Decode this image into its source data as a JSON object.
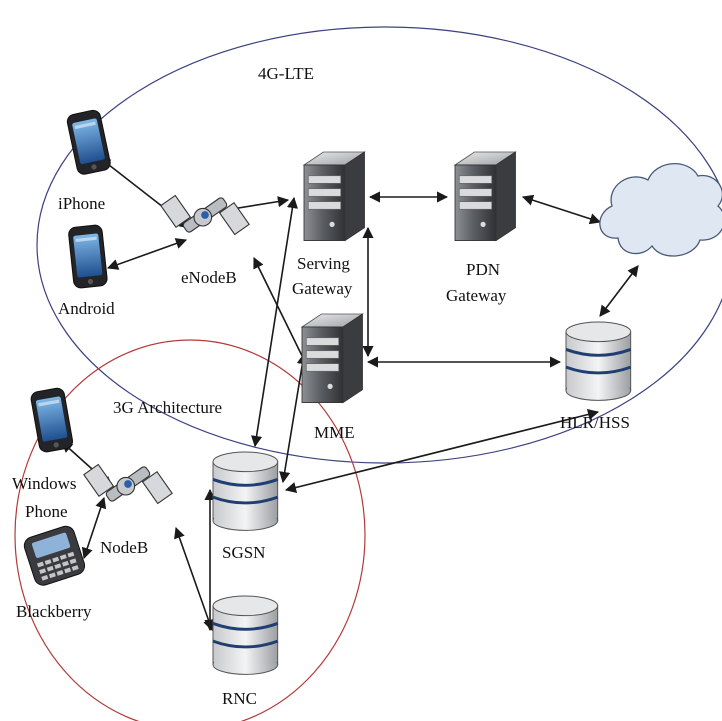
{
  "regions": {
    "lte": {
      "label": "4G-LTE",
      "outline_color": "#3c4280"
    },
    "umts": {
      "label": "3G Architecture",
      "outline_color": "#b23a3a"
    }
  },
  "devices": {
    "iphone": "iPhone",
    "android": "Android",
    "windows_phone_line1": "Windows",
    "windows_phone_line2": "Phone",
    "blackberry": "Blackberry"
  },
  "nodes": {
    "enodeb": "eNodeB",
    "nodeb": "NodeB",
    "serving_gateway_line1": "Serving",
    "serving_gateway_line2": "Gateway",
    "pdn_gateway_line1": "PDN",
    "pdn_gateway_line2": "Gateway",
    "mme": "MME",
    "hlr_hss": "HLR/HSS",
    "sgsn": "SGSN",
    "rnc": "RNC"
  },
  "icons": {
    "server": "server-tower-icon",
    "database": "database-cylinder-icon",
    "antenna": "satellite-antenna-icon",
    "phone": "smartphone-icon",
    "cloud": "internet-cloud-icon"
  },
  "colors": {
    "server_dark": "#4a4d52",
    "server_light": "#c9cbcd",
    "db_stripe": "#1f3f73",
    "cloud_fill": "#dfe7f2",
    "cloud_stroke": "#4a5a7a"
  }
}
